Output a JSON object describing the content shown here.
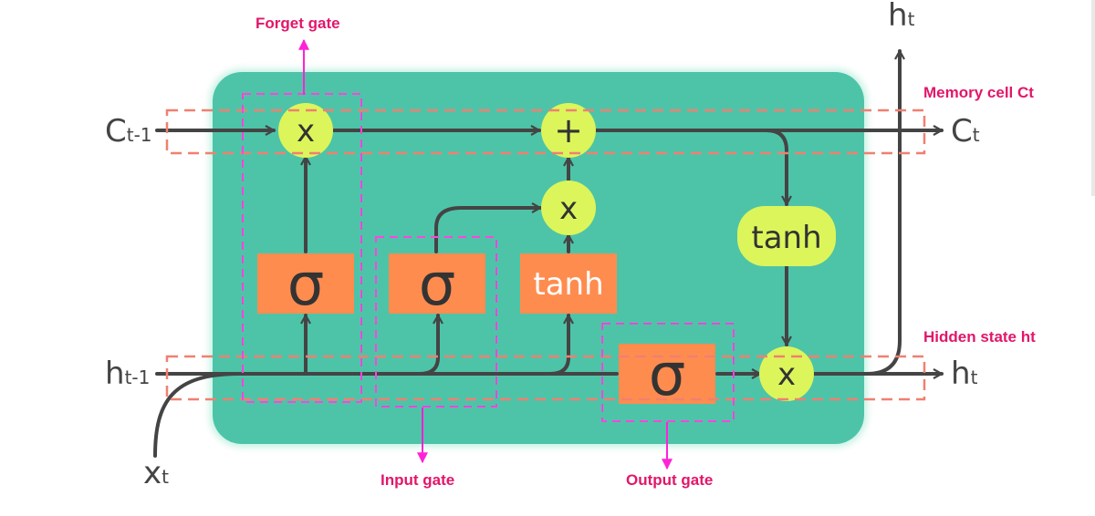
{
  "annotations": {
    "forget_gate": "Forget gate",
    "input_gate": "Input gate",
    "output_gate": "Output gate",
    "memory_cell": "Memory cell Ct",
    "hidden_state": "Hidden state ht"
  },
  "labels": {
    "c_prev": {
      "base": "C",
      "sub": "t-1"
    },
    "c_next": {
      "base": "C",
      "sub": "t"
    },
    "h_prev": {
      "base": "h",
      "sub": "t-1"
    },
    "h_next": {
      "base": "h",
      "sub": "t"
    },
    "h_top": {
      "base": "h",
      "sub": "t"
    },
    "x_in": {
      "base": "x",
      "sub": "t"
    }
  },
  "ops": {
    "forget_multiply": "x",
    "cell_add": "+",
    "input_multiply": "x",
    "output_multiply": "x",
    "cell_tanh": "tanh"
  },
  "blocks": {
    "forget_sigma": "σ",
    "input_sigma": "σ",
    "candidate_tanh": "tanh",
    "output_sigma": "σ"
  },
  "colors": {
    "cell_body": "#4dc4a8",
    "gate_block": "#ff8c4f",
    "op_node": "#dcf55a",
    "line": "#444444",
    "annotation_text": "#e2166a",
    "annotation_arrow": "#ff22d6",
    "gate_outline": "#ff44dd",
    "row_outline": "#f08070"
  }
}
